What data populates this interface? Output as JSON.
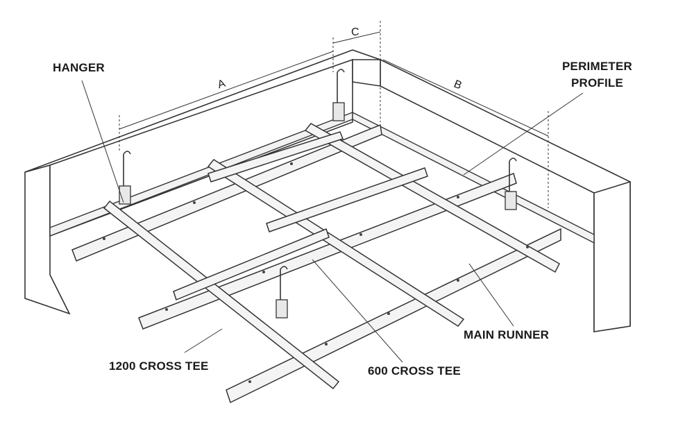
{
  "labels": {
    "hanger": "HANGER",
    "perimeter_line1": "PERIMETER",
    "perimeter_line2": "PROFILE",
    "main_runner": "MAIN RUNNER",
    "cross_tee_1200": "1200 CROSS TEE",
    "cross_tee_600": "600 CROSS TEE"
  },
  "dimensions": {
    "a": "A",
    "b": "B",
    "c": "C"
  }
}
